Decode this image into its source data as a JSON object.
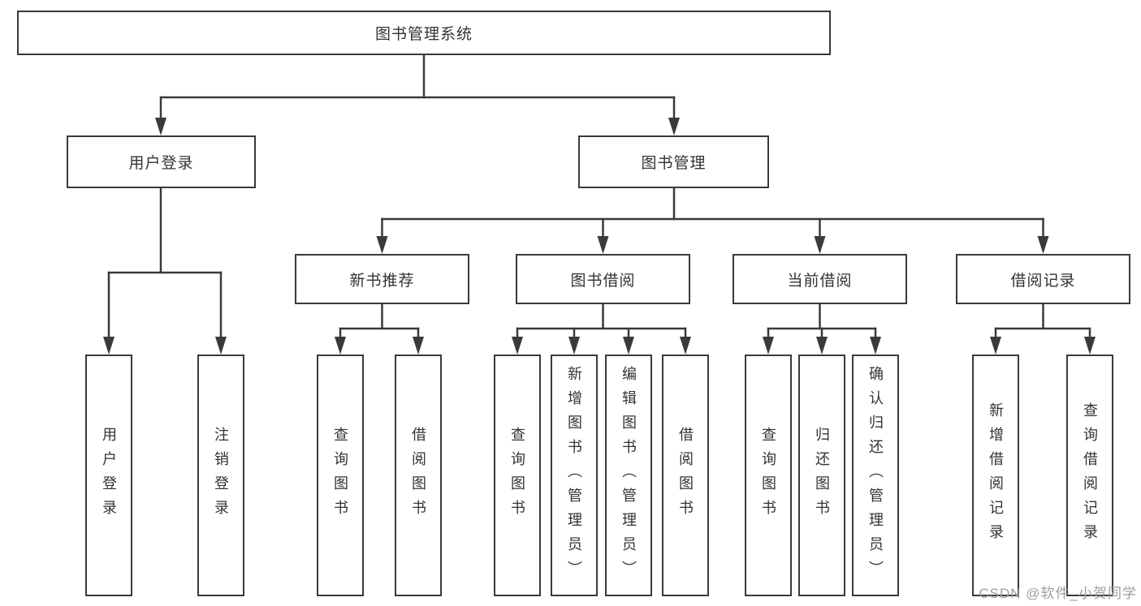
{
  "diagram": {
    "root": {
      "label": "图书管理系统"
    },
    "branches": [
      {
        "label": "用户登录",
        "children": [
          {
            "label": "用户登录"
          },
          {
            "label": "注销登录"
          }
        ]
      },
      {
        "label": "图书管理",
        "groups": [
          {
            "label": "新书推荐",
            "children": [
              {
                "label": "查询图书"
              },
              {
                "label": "借阅图书"
              }
            ]
          },
          {
            "label": "图书借阅",
            "children": [
              {
                "label": "查询图书"
              },
              {
                "label": "新增图书（管理员）"
              },
              {
                "label": "编辑图书（管理员）"
              },
              {
                "label": "借阅图书"
              }
            ]
          },
          {
            "label": "当前借阅",
            "children": [
              {
                "label": "查询图书"
              },
              {
                "label": "归还图书"
              },
              {
                "label": "确认归还（管理员）"
              }
            ]
          },
          {
            "label": "借阅记录",
            "children": [
              {
                "label": "新增借阅记录"
              },
              {
                "label": "查询借阅记录"
              }
            ]
          }
        ]
      }
    ]
  },
  "watermark": {
    "text": "CSDN @软件_小贺同学"
  },
  "colors": {
    "line": "#3a3a3a",
    "text": "#333333",
    "background": "#ffffff",
    "watermark": "#9e9e9e"
  }
}
